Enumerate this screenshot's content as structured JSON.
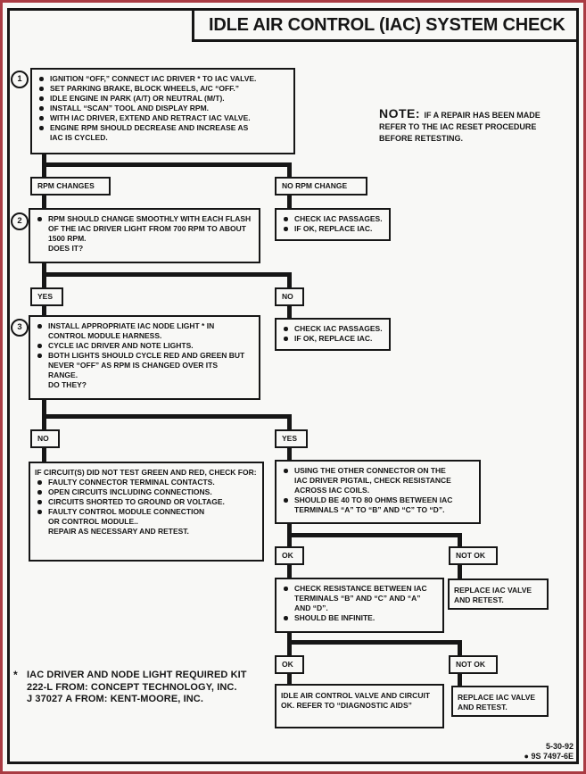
{
  "page": {
    "title": "IDLE AIR CONTROL (IAC) SYSTEM CHECK",
    "note": {
      "label": "NOTE:",
      "line1": "IF A REPAIR HAS BEEN MADE",
      "line2": "REFER TO THE IAC RESET PROCEDURE",
      "line3": "BEFORE RETESTING."
    },
    "footnote": {
      "marker": "*",
      "line1": "IAC DRIVER AND NODE LIGHT REQUIRED KIT",
      "line2": "222-L FROM:  CONCEPT TECHNOLOGY, INC.",
      "line3": "J 37027 A FROM:  KENT-MOORE, INC."
    },
    "docinfo": {
      "date": "5-30-92",
      "code": "● 9S 7497-6E"
    }
  },
  "fc": {
    "step1": {
      "num": "1",
      "items": [
        "IGNITION “OFF,” CONNECT IAC DRIVER * TO IAC VALVE.",
        "SET PARKING BRAKE, BLOCK WHEELS, A/C “OFF.”",
        "IDLE ENGINE IN PARK (A/T) OR NEUTRAL (M/T).",
        "INSTALL “SCAN” TOOL AND DISPLAY RPM.",
        "WITH IAC DRIVER, EXTEND AND RETRACT IAC VALVE.",
        "ENGINE RPM SHOULD DECREASE AND INCREASE AS IAC IS CYCLED."
      ]
    },
    "labels": {
      "rpm_changes": "RPM CHANGES",
      "no_rpm_change": "NO RPM CHANGE",
      "yes1": "YES",
      "no1": "NO",
      "no2": "NO",
      "yes2": "YES",
      "ok1": "OK",
      "notok1": "NOT OK",
      "ok2": "OK",
      "notok2": "NOT OK"
    },
    "step2": {
      "num": "2",
      "bullet": "RPM SHOULD CHANGE SMOOTHLY WITH EACH FLASH OF THE IAC DRIVER LIGHT FROM 700 RPM TO ABOUT 1500 RPM.",
      "cont": "DOES IT?"
    },
    "check_iac1": {
      "items": [
        "CHECK IAC PASSAGES.",
        "IF OK, REPLACE IAC."
      ]
    },
    "check_iac2": {
      "items": [
        "CHECK IAC PASSAGES.",
        "IF OK, REPLACE IAC."
      ]
    },
    "step3": {
      "num": "3",
      "items": [
        "INSTALL APPROPRIATE IAC NODE LIGHT * IN CONTROL MODULE HARNESS.",
        "CYCLE IAC DRIVER AND NOTE LIGHTS.",
        "BOTH LIGHTS SHOULD CYCLE RED AND GREEN BUT NEVER “OFF” AS RPM IS CHANGED OVER ITS RANGE."
      ],
      "cont": "DO THEY?"
    },
    "circuits": {
      "header": "IF CIRCUIT(S) DID NOT TEST GREEN AND RED, CHECK FOR:",
      "items": [
        "FAULTY CONNECTOR TERMINAL CONTACTS.",
        "OPEN CIRCUITS INCLUDING CONNECTIONS.",
        "CIRCUITS SHORTED TO GROUND OR VOLTAGE.",
        "FAULTY CONTROL MODULE CONNECTION OR CONTROL MODULE.."
      ],
      "cont": "REPAIR AS NECESSARY AND RETEST."
    },
    "resist1": {
      "items": [
        "USING THE OTHER CONNECTOR ON THE IAC DRIVER PIGTAIL, CHECK RESISTANCE ACROSS IAC COILS.",
        "SHOULD BE 40 TO 80 OHMS BETWEEN IAC TERMINALS “A” TO “B” AND “C” TO “D”."
      ]
    },
    "replace1": "REPLACE IAC VALVE AND RETEST.",
    "resist2": {
      "items": [
        "CHECK RESISTANCE BETWEEN IAC TERMINALS “B” AND “C” AND “A” AND “D”.",
        "SHOULD BE INFINITE."
      ]
    },
    "done": "IDLE AIR CONTROL VALVE AND CIRCUIT OK.  REFER TO “DIAGNOSTIC AIDS”",
    "replace2": "REPLACE IAC VALVE AND RETEST.",
    "colors": {
      "ink": "#161616",
      "frame_red": "#a93b43",
      "paper": "#f8f8f6"
    }
  }
}
